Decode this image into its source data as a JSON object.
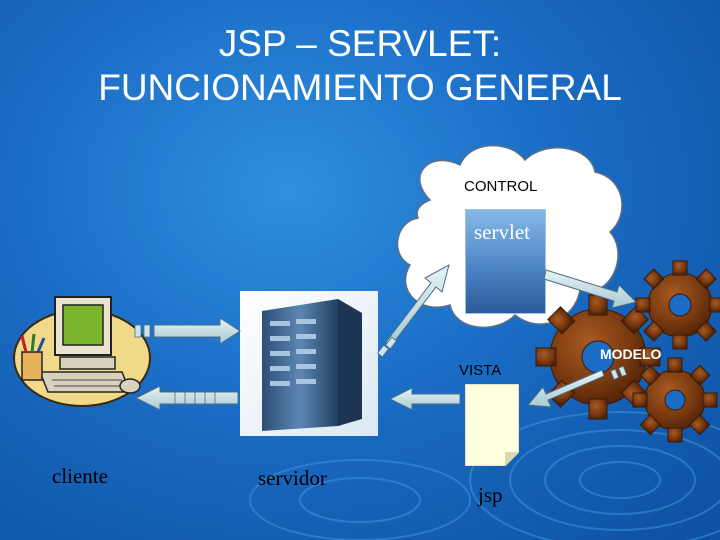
{
  "slide": {
    "title_line1": "JSP – SERVLET:",
    "title_line2": "FUNCIONAMIENTO GENERAL"
  },
  "nodes": {
    "control_label": "CONTROL",
    "servlet_label": "servlet",
    "vista_label": "VISTA",
    "jsp_label": "jsp",
    "modelo_label": "MODELO",
    "cliente_label": "cliente",
    "servidor_label": "servidor"
  },
  "colors": {
    "background": "#1a6cc4",
    "title_text": "#ffffff",
    "cloud_fill": "#ffffff",
    "gear_fill": "#7a3a10",
    "arrow_fill": "#cfe4ea"
  },
  "icons": [
    "computer-icon",
    "server-icon",
    "cloud-icon",
    "gear-icon",
    "document-icon",
    "arrow-icon"
  ]
}
